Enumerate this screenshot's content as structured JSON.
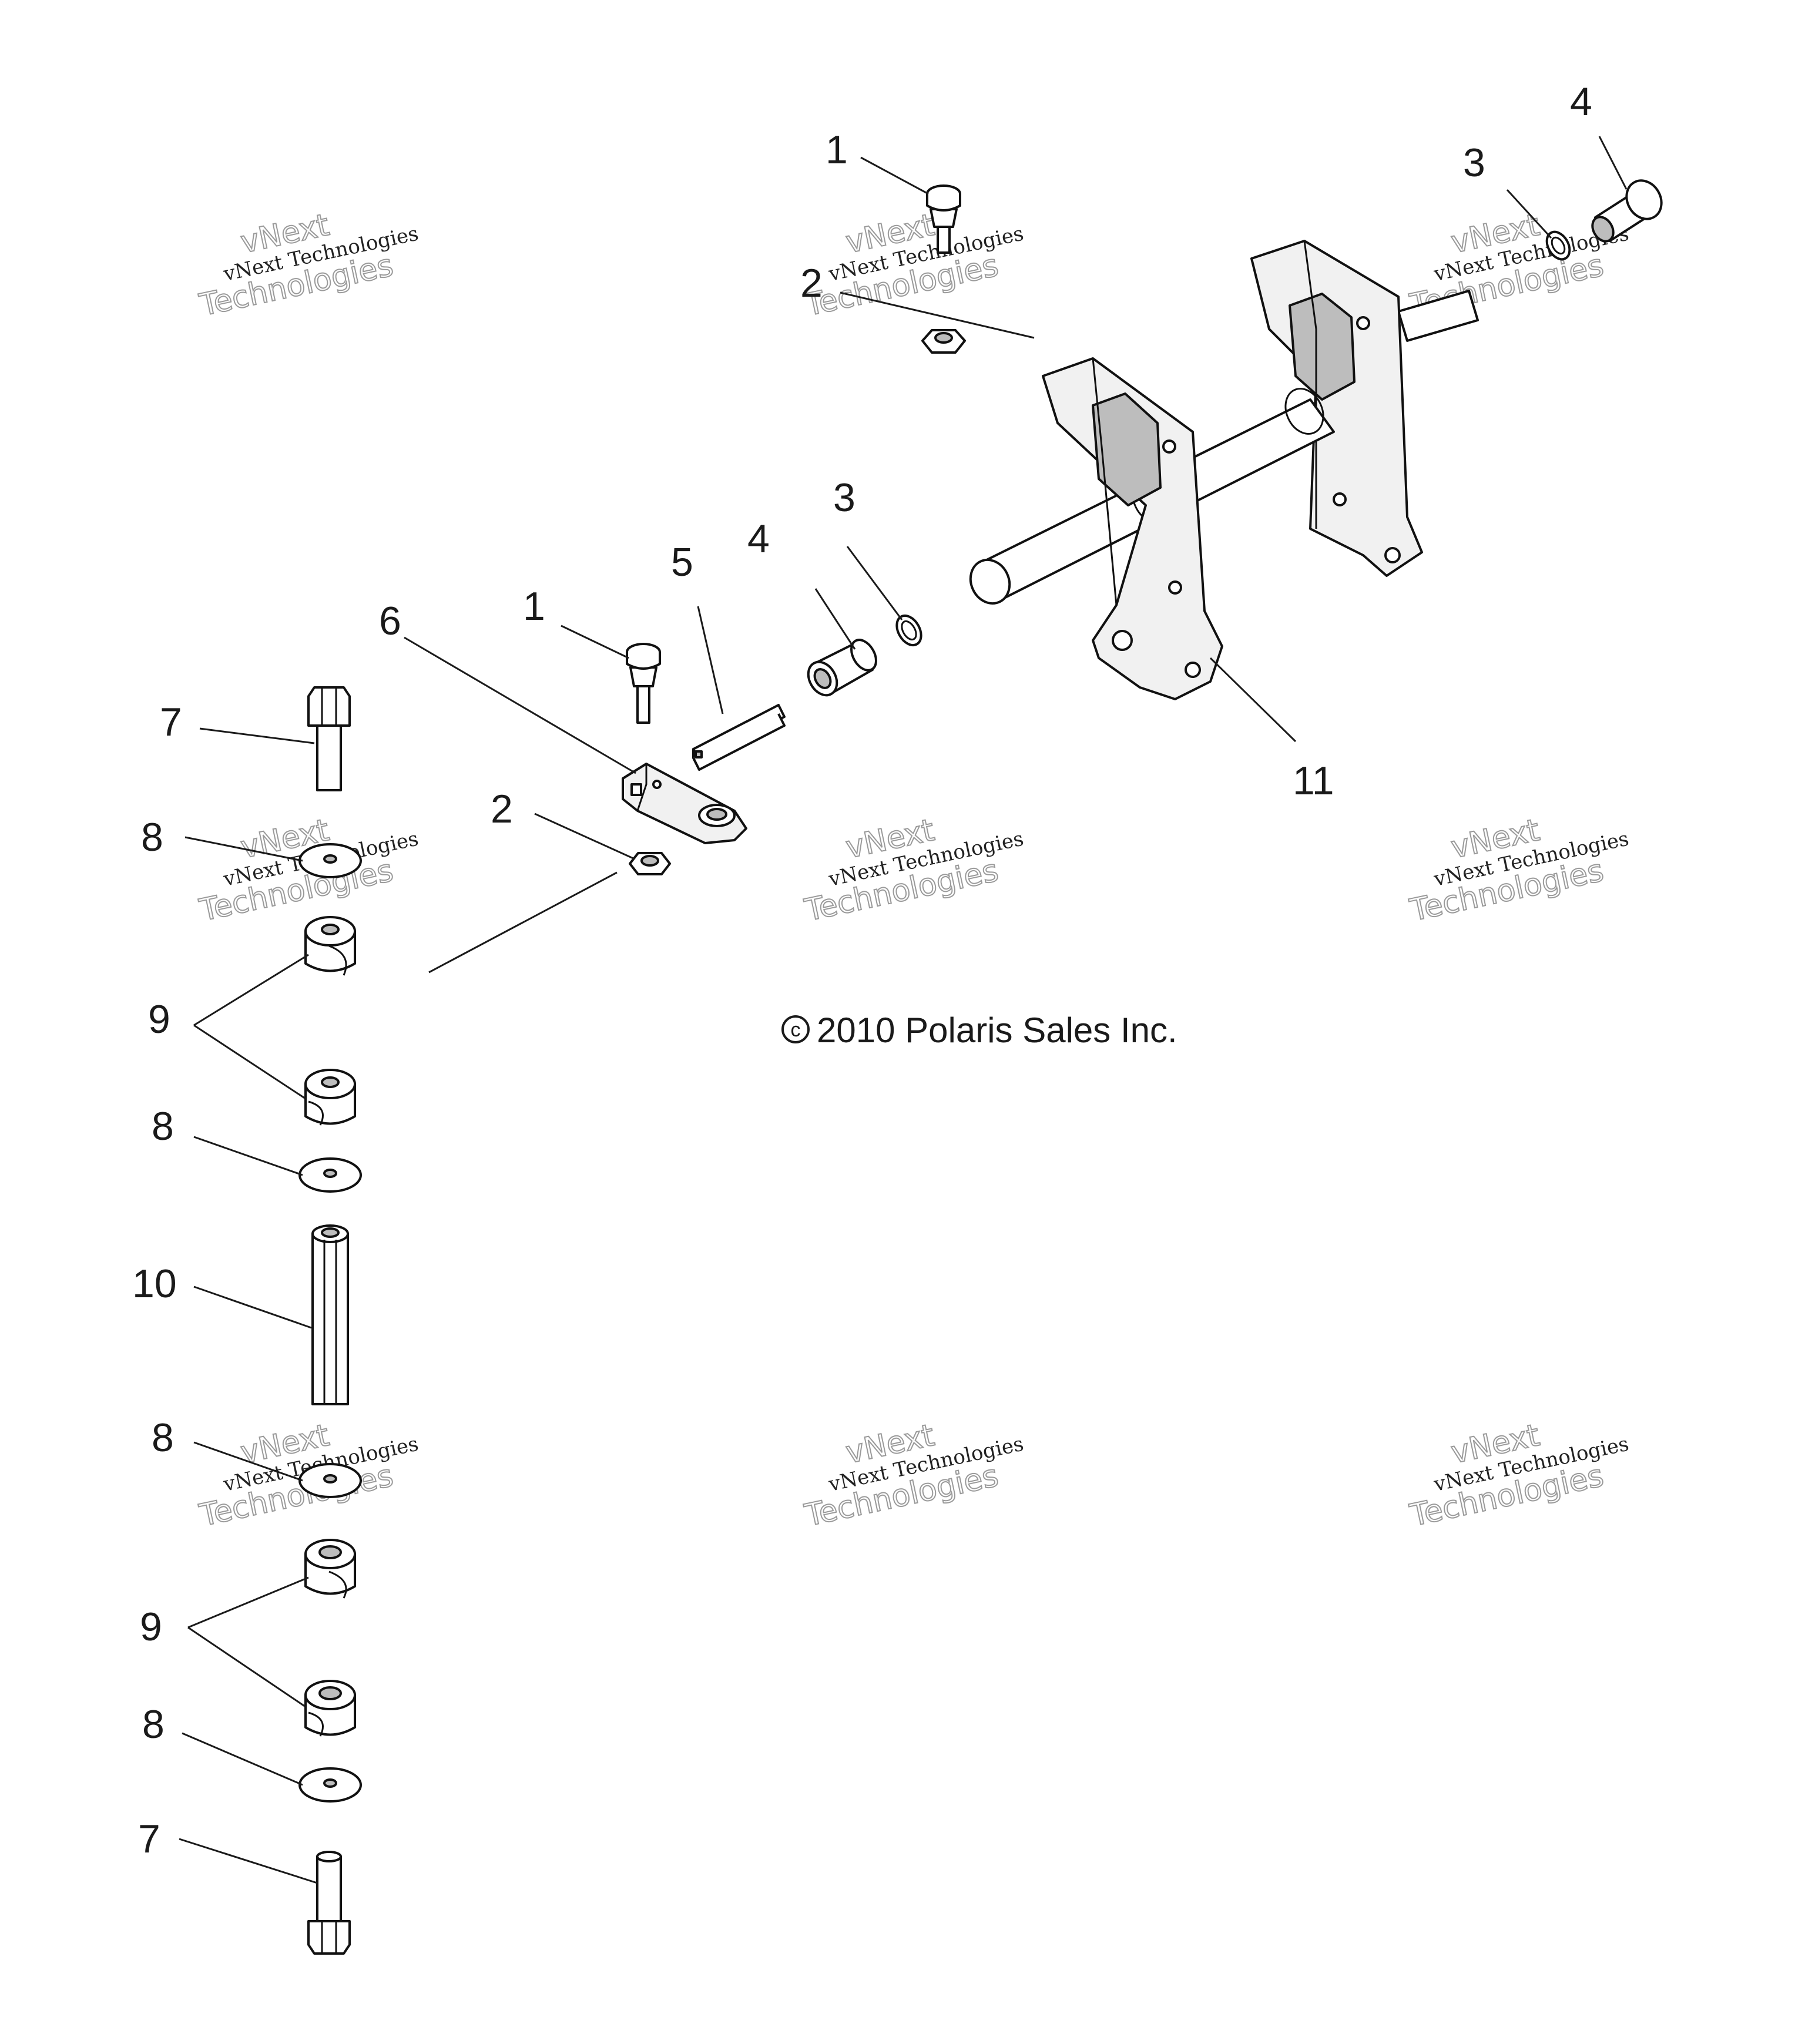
{
  "callouts": {
    "c1a": "1",
    "c1b": "1",
    "c2a": "2",
    "c2b": "2",
    "c3a": "3",
    "c3b": "3",
    "c4a": "4",
    "c4b": "4",
    "c5": "5",
    "c6": "6",
    "c7a": "7",
    "c7b": "7",
    "c8a": "8",
    "c8b": "8",
    "c8c": "8",
    "c8d": "8",
    "c9a": "9",
    "c9b": "9",
    "c10": "10",
    "c11": "11"
  },
  "copyright": "2010 Polaris Sales Inc.",
  "copyright_symbol": "c",
  "watermark": {
    "line1": "vNext Technologies",
    "line2": "vNext",
    "line3": "Technologies"
  }
}
